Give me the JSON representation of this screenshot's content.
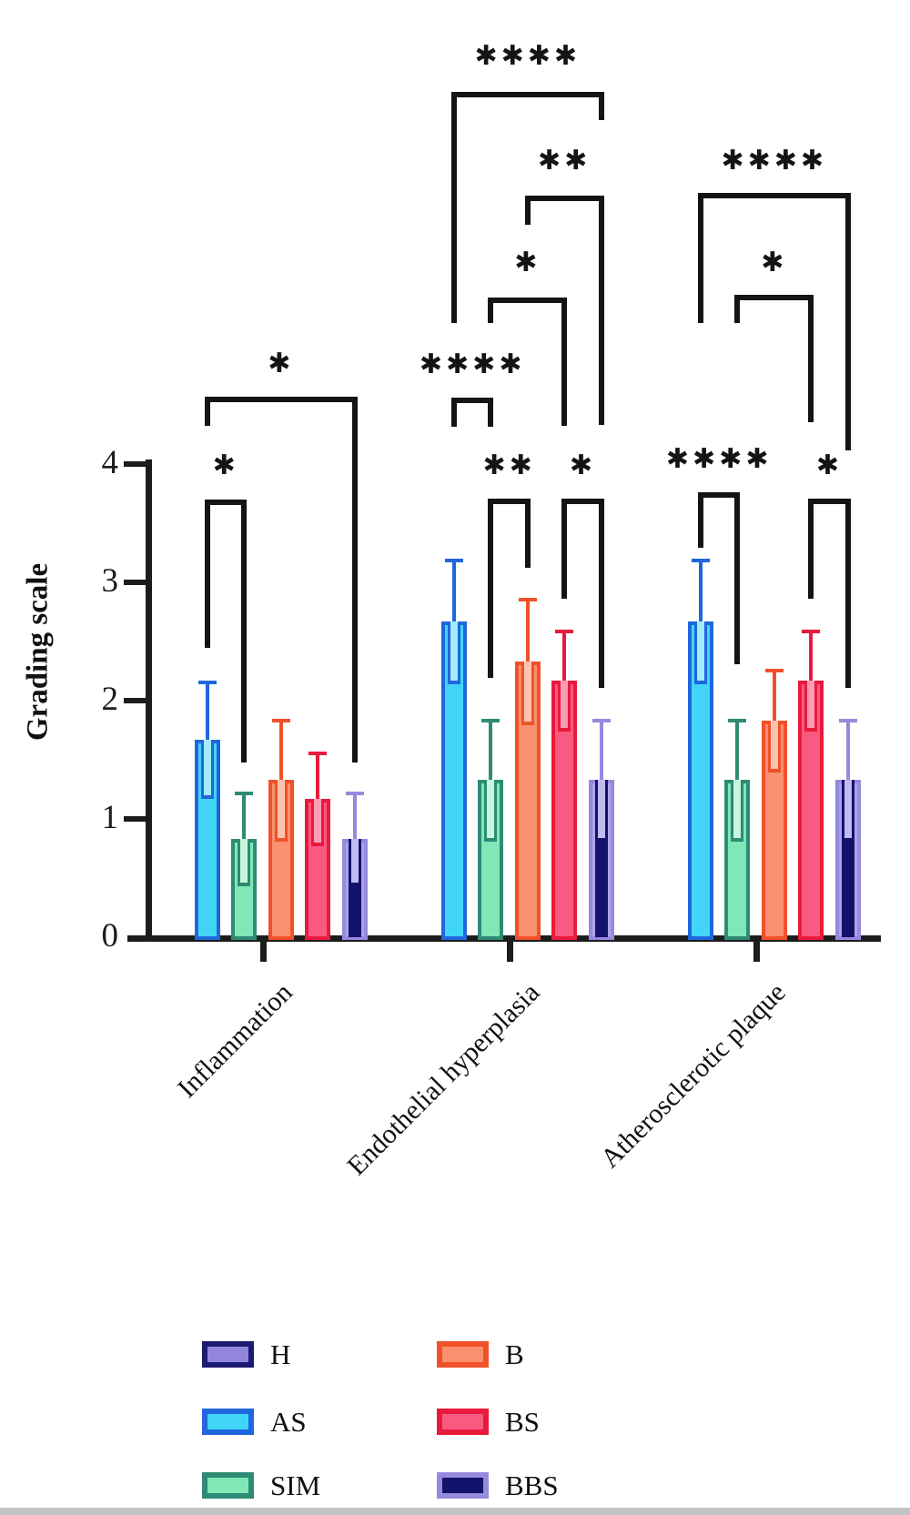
{
  "chart_data": {
    "type": "bar",
    "title": "",
    "ylabel": "Grading scale",
    "ylim": [
      0,
      4
    ],
    "yticks": [
      0,
      1,
      2,
      3,
      4
    ],
    "grid": false,
    "legend_position": "bottom",
    "categories": [
      "Inflammation",
      "Endothelial hyperplasia",
      "Atherosclerotic plaque"
    ],
    "series": [
      {
        "name": "H",
        "values": [
          0,
          0,
          0
        ],
        "err_top": [
          0,
          0,
          0
        ],
        "border": "#1b1b72",
        "fill": "#9185dc",
        "tint": "#a79ce8",
        "whisker": "#1b1b72"
      },
      {
        "name": "AS",
        "values": [
          1.67,
          2.67,
          2.67
        ],
        "err_top": [
          2.17,
          3.2,
          3.2
        ],
        "border": "#2066dd",
        "fill": "#41d6f7",
        "tint": "#a2ecfb",
        "whisker": "#2066dd"
      },
      {
        "name": "SIM",
        "values": [
          0.83,
          1.33,
          1.33
        ],
        "err_top": [
          1.23,
          1.85,
          1.85
        ],
        "border": "#2e8b74",
        "fill": "#80e7b6",
        "tint": "#c8f5de",
        "whisker": "#2e8b74"
      },
      {
        "name": "B",
        "values": [
          1.33,
          2.33,
          1.83
        ],
        "err_top": [
          1.85,
          2.87,
          2.27
        ],
        "border": "#f1512a",
        "fill": "#f9906e",
        "tint": "#fcc4ac",
        "whisker": "#f1512a"
      },
      {
        "name": "BS",
        "values": [
          1.17,
          2.17,
          2.17
        ],
        "err_top": [
          1.57,
          2.6,
          2.6
        ],
        "border": "#e91a3c",
        "fill": "#fa5a80",
        "tint": "#fc9db5",
        "whisker": "#e91a3c"
      },
      {
        "name": "BBS",
        "values": [
          0.83,
          1.33,
          1.33
        ],
        "err_top": [
          1.23,
          1.85,
          1.85
        ],
        "border": "#958ade",
        "fill": "#ada2e9",
        "tint": "#c3baf2",
        "whisker": "#13136b",
        "below_cap_fill": "#13136b"
      }
    ],
    "comparisons": [
      {
        "group": 1,
        "a": "AS",
        "b": "BBS",
        "stars": 4,
        "geom": {
          "hy": 101,
          "la": 355,
          "lb": 132,
          "ly": 62
        }
      },
      {
        "group": 1,
        "a": "B",
        "b": "BBS",
        "stars": 2,
        "geom": {
          "hy": 215,
          "la": 247,
          "lb": 467,
          "ly": 177
        }
      },
      {
        "group": 2,
        "a": "AS",
        "b": "BBS",
        "stars": 4,
        "geom": {
          "hy": 212,
          "la": 355,
          "lb": 495,
          "ly": 177
        }
      },
      {
        "group": 1,
        "a": "SIM",
        "b": "BS",
        "stars": 1,
        "geom": {
          "hy": 327,
          "la": 355,
          "lb": 468,
          "ly": 289
        }
      },
      {
        "group": 2,
        "a": "SIM",
        "b": "BS",
        "stars": 1,
        "geom": {
          "hy": 324,
          "la": 355,
          "lb": 464,
          "ly": 289
        }
      },
      {
        "group": 0,
        "a": "AS",
        "b": "BBS",
        "stars": 1,
        "geom": {
          "hy": 436,
          "la": 468,
          "lb": 838,
          "ly": 400
        }
      },
      {
        "group": 1,
        "a": "AS",
        "b": "SIM",
        "stars": 4,
        "geom": {
          "hy": 437,
          "la": 469,
          "lb": 469,
          "ly": 401
        }
      },
      {
        "group": 0,
        "a": "AS",
        "b": "SIM",
        "stars": 1,
        "geom": {
          "hy": 549,
          "la": 712,
          "lb": 838,
          "ly": 512
        }
      },
      {
        "group": 1,
        "a": "SIM",
        "b": "B",
        "stars": 2,
        "geom": {
          "hy": 548,
          "la": 745,
          "lb": 624,
          "ly": 512
        }
      },
      {
        "group": 1,
        "a": "BS",
        "b": "BBS",
        "stars": 1,
        "geom": {
          "hy": 548,
          "la": 658,
          "lb": 756,
          "ly": 512
        }
      },
      {
        "group": 2,
        "a": "AS",
        "b": "SIM",
        "stars": 4,
        "geom": {
          "hy": 541,
          "la": 602,
          "lb": 730,
          "ly": 505
        }
      },
      {
        "group": 2,
        "a": "BS",
        "b": "BBS",
        "stars": 1,
        "geom": {
          "hy": 548,
          "la": 658,
          "lb": 756,
          "ly": 512
        }
      }
    ]
  },
  "legend": {
    "items": [
      {
        "label": "H"
      },
      {
        "label": "AS"
      },
      {
        "label": "SIM"
      },
      {
        "label": "B"
      },
      {
        "label": "BS"
      },
      {
        "label": "BBS"
      }
    ]
  }
}
